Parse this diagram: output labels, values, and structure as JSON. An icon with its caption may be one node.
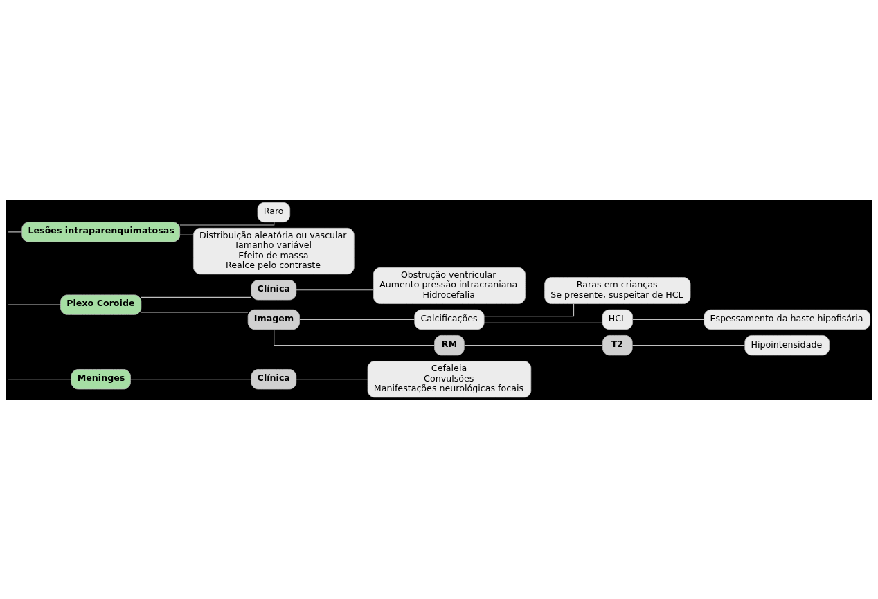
{
  "diagram": {
    "nodes": [
      {
        "text": [
          "Meninges"
        ]
      },
      {
        "text": [
          "Clínica"
        ]
      },
      {
        "text": [
          "Cefaleia",
          "Convulsões",
          "Manifestações neurológicas focais"
        ]
      },
      {
        "text": [
          "Plexo Coroide"
        ]
      },
      {
        "text": [
          "Clínica"
        ]
      },
      {
        "text": [
          "Obstrução ventricular",
          "Aumento pressão intracraniana",
          "Hidrocefalia"
        ]
      },
      {
        "text": [
          "Imagem"
        ]
      },
      {
        "text": [
          "Calcificações"
        ]
      },
      {
        "text": [
          "Raras em crianças",
          "Se presente, suspeitar de HCL"
        ]
      },
      {
        "text": [
          "HCL"
        ]
      },
      {
        "text": [
          "Espessamento da haste hipofisária"
        ]
      },
      {
        "text": [
          "RM"
        ]
      },
      {
        "text": [
          "T2"
        ]
      },
      {
        "text": [
          "Hipointensidade"
        ]
      },
      {
        "text": [
          "Lesões intraparenquimatosas"
        ]
      },
      {
        "text": [
          "Raro"
        ]
      },
      {
        "text": [
          "Distribuição aleatória ou vascular",
          "Tamanho variável",
          "Efeito de massa",
          "Realce pelo contraste"
        ]
      }
    ],
    "edges": [
      {
        "from": null,
        "to": 0,
        "arrow": "none"
      },
      {
        "from": 0,
        "to": 1,
        "arrow": "none"
      },
      {
        "from": 1,
        "to": 2,
        "arrow": "none"
      },
      {
        "from": null,
        "to": 3,
        "arrow": "none"
      },
      {
        "from": 3,
        "to": 4,
        "arrow": "none"
      },
      {
        "from": 4,
        "to": 5,
        "arrow": "none"
      },
      {
        "from": 3,
        "to": 6,
        "arrow": "none"
      },
      {
        "from": 6,
        "to": 7,
        "arrow": "none"
      },
      {
        "from": 7,
        "to": 8,
        "arrow": "none"
      },
      {
        "from": 7,
        "to": 9,
        "arrow": "none"
      },
      {
        "from": 9,
        "to": 10,
        "arrow": "none"
      },
      {
        "from": 6,
        "to": 11,
        "arrow": "none"
      },
      {
        "from": 11,
        "to": 12,
        "arrow": "none"
      },
      {
        "from": 12,
        "to": 13,
        "arrow": "none"
      },
      {
        "from": null,
        "to": 14,
        "arrow": "none"
      },
      {
        "from": 14,
        "to": 15,
        "arrow": "none"
      },
      {
        "from": 14,
        "to": 16,
        "arrow": "none"
      }
    ]
  }
}
